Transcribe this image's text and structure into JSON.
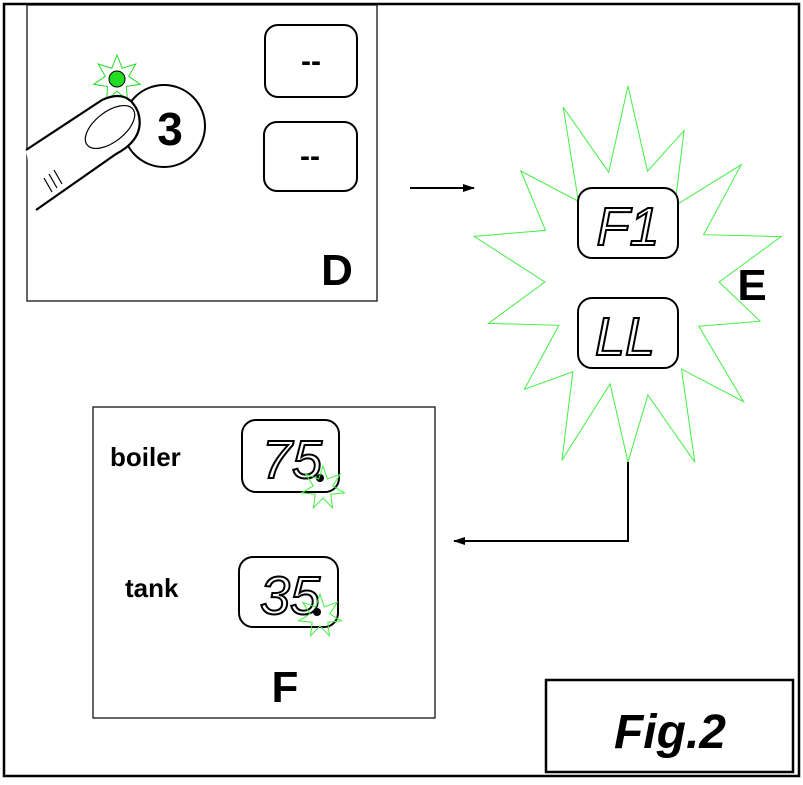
{
  "panel_d": {
    "button_number": "3",
    "letter": "D",
    "display_top": "--",
    "display_bottom": "--",
    "indicator_color": "#22dd22"
  },
  "panel_e": {
    "letter": "E",
    "display_top": "F1",
    "display_bottom": "LL",
    "starburst_color": "#44ee44"
  },
  "panel_f": {
    "letter": "F",
    "boiler_label": "boiler",
    "boiler_value": "75",
    "tank_label": "tank",
    "tank_value": "35",
    "sparkle_color": "#44ee44"
  },
  "caption": "Fig.2"
}
